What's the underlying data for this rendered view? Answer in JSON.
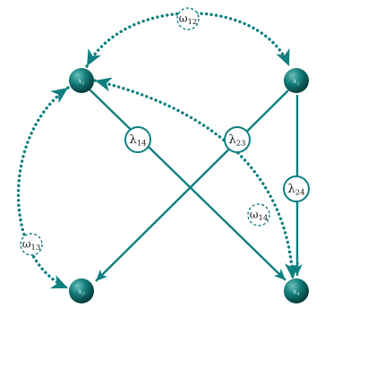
{
  "colors": {
    "teal": "#0f7f7f",
    "node_dark": "#08504f",
    "node_light": "#6fc2bf"
  },
  "nodes": [
    {
      "id": "x1",
      "label": "x",
      "sub": "1"
    },
    {
      "id": "x2",
      "label": "x",
      "sub": "2"
    },
    {
      "id": "x3",
      "label": "x",
      "sub": "3"
    },
    {
      "id": "x4",
      "label": "x",
      "sub": "4"
    }
  ],
  "directed_edges": [
    {
      "from": "x1",
      "to": "x4",
      "label": "λ",
      "sub": "14"
    },
    {
      "from": "x2",
      "to": "x3",
      "label": "λ",
      "sub": "23"
    },
    {
      "from": "x2",
      "to": "x4",
      "label": "λ",
      "sub": "24"
    }
  ],
  "bidirected_edges": [
    {
      "between": [
        "x1",
        "x2"
      ],
      "label": "ω",
      "sub": "12"
    },
    {
      "between": [
        "x1",
        "x3"
      ],
      "label": "ω",
      "sub": "13"
    },
    {
      "between": [
        "x1",
        "x4"
      ],
      "label": "ω",
      "sub": "14"
    }
  ]
}
